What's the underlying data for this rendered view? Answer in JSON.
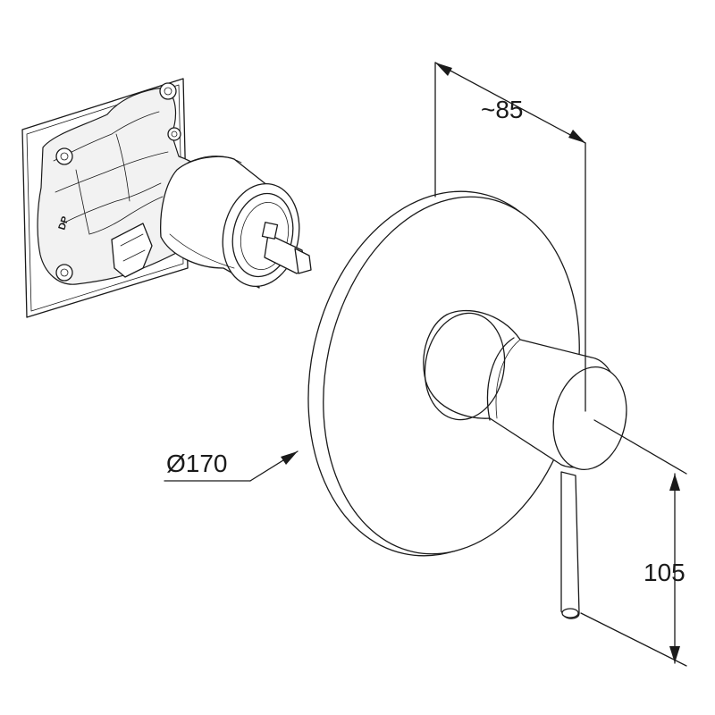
{
  "dimensions": {
    "depth": "~85",
    "diameter": "Ø170",
    "lever_drop": "105"
  },
  "body_marking": "DP"
}
